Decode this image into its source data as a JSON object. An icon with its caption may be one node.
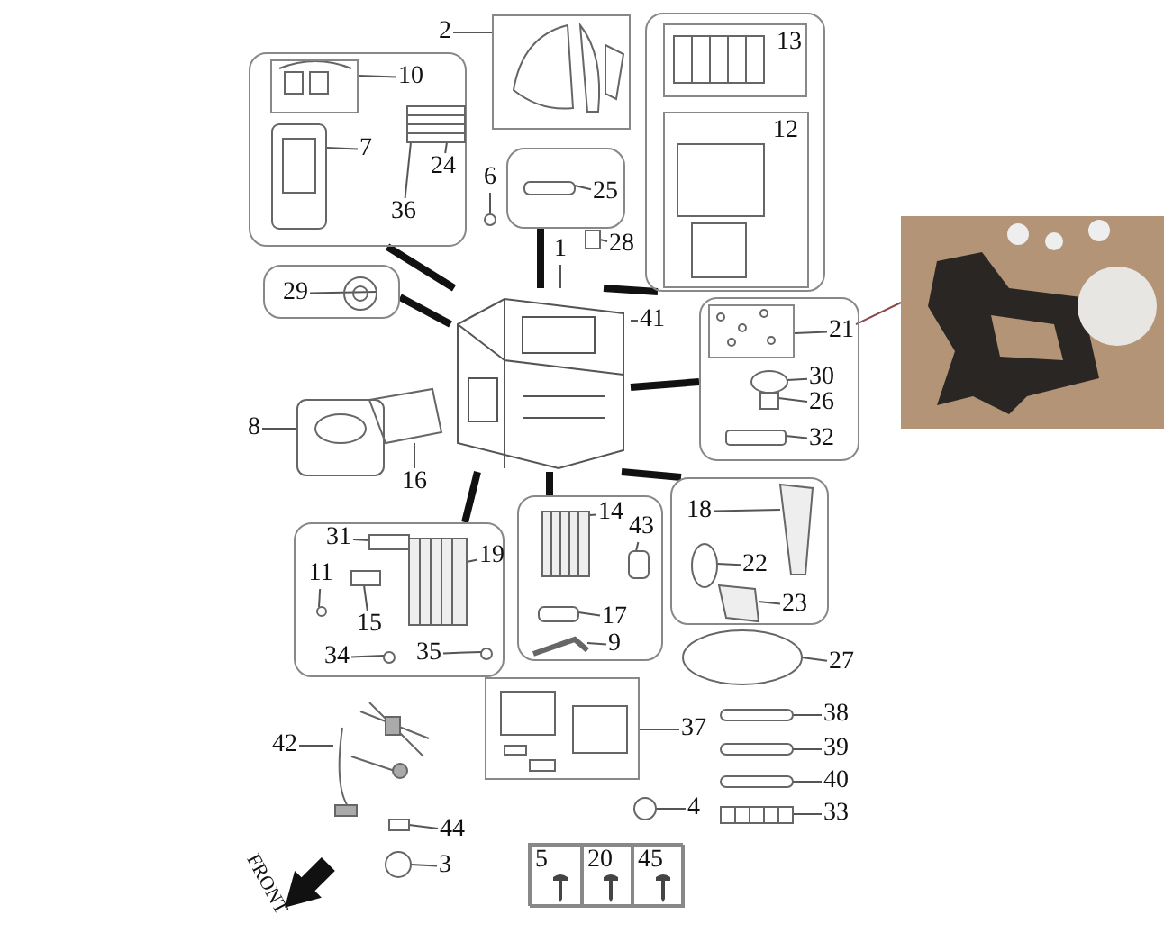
{
  "diagram": {
    "nodes": [
      {
        "text": [],
        "shape": "box"
      },
      {
        "text": [
          "2"
        ]
      },
      {
        "text": [],
        "shape": "box"
      },
      {
        "text": [],
        "shape": "box",
        "in": 2
      },
      {
        "text": [
          "10"
        ],
        "in": 2
      },
      {
        "text": [
          "7"
        ],
        "in": 2
      },
      {
        "text": [
          "24"
        ],
        "in": 2
      },
      {
        "text": [
          "36"
        ],
        "in": 2
      },
      {
        "text": [],
        "shape": "box"
      },
      {
        "text": [],
        "shape": "box",
        "in": 8
      },
      {
        "text": [
          "13"
        ],
        "in": 9
      },
      {
        "text": [],
        "shape": "box",
        "in": 8
      },
      {
        "text": [
          "12"
        ],
        "in": 11
      },
      {
        "text": [],
        "shape": "box"
      },
      {
        "text": [
          "25"
        ],
        "in": 13
      },
      {
        "text": [
          "6"
        ]
      },
      {
        "text": [
          "28"
        ]
      },
      {
        "text": [
          "1"
        ]
      },
      {
        "text": [],
        "shape": "box"
      },
      {
        "text": [
          "29"
        ],
        "in": 18
      },
      {
        "text": [
          "41"
        ]
      },
      {
        "text": [],
        "shape": "picture"
      },
      {
        "text": [],
        "shape": "picture"
      },
      {
        "text": [],
        "shape": "box"
      },
      {
        "text": [],
        "shape": "box",
        "in": 23
      },
      {
        "text": [
          "21"
        ],
        "in": 23
      },
      {
        "text": [
          "30"
        ],
        "in": 23
      },
      {
        "text": [
          "26"
        ],
        "in": 23
      },
      {
        "text": [
          "32"
        ],
        "in": 23
      },
      {
        "text": [
          "8"
        ]
      },
      {
        "text": [
          "16"
        ]
      },
      {
        "text": [],
        "shape": "box"
      },
      {
        "text": [
          "31"
        ],
        "in": 31
      },
      {
        "text": [
          "11"
        ],
        "in": 31
      },
      {
        "text": [
          "19"
        ],
        "in": 31
      },
      {
        "text": [
          "15"
        ],
        "in": 31
      },
      {
        "text": [
          "34"
        ],
        "in": 31
      },
      {
        "text": [
          "35"
        ],
        "in": 31
      },
      {
        "text": [],
        "shape": "box"
      },
      {
        "text": [
          "14"
        ],
        "in": 38
      },
      {
        "text": [
          "43"
        ],
        "in": 38
      },
      {
        "text": [
          "17"
        ],
        "in": 38
      },
      {
        "text": [
          "9"
        ],
        "in": 38
      },
      {
        "text": [],
        "shape": "box"
      },
      {
        "text": [
          "18"
        ],
        "in": 43
      },
      {
        "text": [
          "22"
        ],
        "in": 43
      },
      {
        "text": [
          "23"
        ],
        "in": 43
      },
      {
        "text": [
          "27"
        ]
      },
      {
        "text": [
          "42"
        ]
      },
      {
        "text": [],
        "shape": "box"
      },
      {
        "text": [
          "37"
        ]
      },
      {
        "text": [
          "38"
        ]
      },
      {
        "text": [
          "39"
        ]
      },
      {
        "text": [
          "40"
        ]
      },
      {
        "text": [
          "4"
        ]
      },
      {
        "text": [
          "33"
        ]
      },
      {
        "text": [
          "44"
        ]
      },
      {
        "text": [
          "3"
        ]
      },
      {
        "text": [],
        "shape": "box"
      },
      {
        "text": [
          "5"
        ],
        "in": 58
      },
      {
        "text": [
          "20"
        ],
        "in": 58
      },
      {
        "text": [
          "45"
        ],
        "in": 58
      },
      {
        "text": [],
        "shape": "picture",
        "in": 2
      },
      {
        "text": [],
        "shape": "picture",
        "in": 2
      },
      {
        "text": [],
        "shape": "box",
        "in": 13
      },
      {
        "text": [],
        "shape": "circle"
      },
      {
        "text": [],
        "shape": "box"
      },
      {
        "text": [],
        "shape": "picture",
        "in": 18
      },
      {
        "text": [],
        "shape": "circle",
        "in": 23
      },
      {
        "text": [],
        "shape": "box",
        "in": 23
      },
      {
        "text": [],
        "shape": "box",
        "in": 23
      },
      {
        "text": [],
        "shape": "picture"
      },
      {
        "text": [],
        "shape": "picture"
      },
      {
        "text": [],
        "shape": "box",
        "in": 31
      },
      {
        "text": [],
        "shape": "circle",
        "in": 31
      },
      {
        "text": [],
        "shape": "picture",
        "in": 31
      },
      {
        "text": [],
        "shape": "box",
        "in": 31
      },
      {
        "text": [],
        "shape": "circle",
        "in": 31
      },
      {
        "text": [],
        "shape": "circle",
        "in": 31
      },
      {
        "text": [],
        "shape": "picture",
        "in": 38
      },
      {
        "text": [],
        "shape": "box",
        "in": 38
      },
      {
        "text": [],
        "shape": "box",
        "in": 38
      },
      {
        "text": [],
        "shape": "picture",
        "in": 38
      },
      {
        "text": [],
        "shape": "picture",
        "in": 43
      },
      {
        "text": [],
        "shape": "circle",
        "in": 43
      },
      {
        "text": [],
        "shape": "picture",
        "in": 43
      },
      {
        "text": [],
        "shape": "circle"
      },
      {
        "text": [],
        "shape": "picture"
      },
      {
        "text": [],
        "shape": "bar"
      },
      {
        "text": [],
        "shape": "bar"
      },
      {
        "text": [],
        "shape": "bar"
      },
      {
        "text": [],
        "shape": "picture"
      },
      {
        "text": [],
        "shape": "circle"
      },
      {
        "text": [],
        "shape": "box"
      },
      {
        "text": [],
        "shape": "circle"
      }
    ],
    "edges": [
      {
        "from": 1,
        "to": 0,
        "arrow": "none"
      },
      {
        "from": 4,
        "to": 3,
        "arrow": "none"
      },
      {
        "from": 5,
        "to": 62,
        "arrow": "none"
      },
      {
        "from": 6,
        "to": 63,
        "arrow": "none"
      },
      {
        "from": 7,
        "to": 63,
        "arrow": "none"
      },
      {
        "from": 14,
        "to": 64,
        "arrow": "none"
      },
      {
        "from": 15,
        "to": 65,
        "arrow": "none"
      },
      {
        "from": 16,
        "to": 66,
        "arrow": "none"
      },
      {
        "from": 17,
        "to": 21,
        "arrow": "none"
      },
      {
        "from": 19,
        "to": 67,
        "arrow": "none"
      },
      {
        "from": 20,
        "to": 21,
        "arrow": "none"
      },
      {
        "from": 25,
        "to": 24,
        "arrow": "none"
      },
      {
        "from": 25,
        "to": 22,
        "arrow": "none",
        "color": "#8b4a4a"
      },
      {
        "from": 26,
        "to": 68,
        "arrow": "none"
      },
      {
        "from": 27,
        "to": 69,
        "arrow": "none"
      },
      {
        "from": 28,
        "to": 70,
        "arrow": "none"
      },
      {
        "from": 29,
        "to": 71,
        "arrow": "none"
      },
      {
        "from": 30,
        "to": 72,
        "arrow": "none"
      },
      {
        "from": 32,
        "to": 73,
        "arrow": "none"
      },
      {
        "from": 33,
        "to": 74,
        "arrow": "none"
      },
      {
        "from": 34,
        "to": 75,
        "arrow": "none"
      },
      {
        "from": 35,
        "to": 76,
        "arrow": "none"
      },
      {
        "from": 36,
        "to": 77,
        "arrow": "none"
      },
      {
        "from": 37,
        "to": 78,
        "arrow": "none"
      },
      {
        "from": 39,
        "to": 79,
        "arrow": "none"
      },
      {
        "from": 40,
        "to": 80,
        "arrow": "none"
      },
      {
        "from": 41,
        "to": 81,
        "arrow": "none"
      },
      {
        "from": 42,
        "to": 82,
        "arrow": "none"
      },
      {
        "from": 44,
        "to": 83,
        "arrow": "none"
      },
      {
        "from": 45,
        "to": 84,
        "arrow": "none"
      },
      {
        "from": 46,
        "to": 85,
        "arrow": "none"
      },
      {
        "from": 47,
        "to": 86,
        "arrow": "none"
      },
      {
        "from": 48,
        "to": 87,
        "arrow": "none"
      },
      {
        "from": 50,
        "to": 49,
        "arrow": "none"
      },
      {
        "from": 51,
        "to": 88,
        "arrow": "none"
      },
      {
        "from": 52,
        "to": 89,
        "arrow": "none"
      },
      {
        "from": 53,
        "to": 90,
        "arrow": "none"
      },
      {
        "from": 54,
        "to": 92,
        "arrow": "none"
      },
      {
        "from": 55,
        "to": 91,
        "arrow": "none"
      },
      {
        "from": 56,
        "to": 93,
        "arrow": "none"
      },
      {
        "from": 57,
        "to": 94,
        "arrow": "none"
      },
      {
        "from": 2,
        "to": 21,
        "arrow": "none",
        "style": "thick"
      },
      {
        "from": 18,
        "to": 21,
        "arrow": "none",
        "style": "thick"
      },
      {
        "from": 13,
        "to": 21,
        "arrow": "none",
        "style": "thick"
      },
      {
        "from": 8,
        "to": 21,
        "arrow": "none",
        "style": "thick"
      },
      {
        "from": 23,
        "to": 21,
        "arrow": "none",
        "style": "thick"
      },
      {
        "from": 21,
        "to": 31,
        "arrow": "none",
        "style": "thick"
      },
      {
        "from": 21,
        "to": 38,
        "arrow": "none",
        "style": "thick"
      },
      {
        "from": 21,
        "to": 43,
        "arrow": "none",
        "style": "thick"
      }
    ],
    "labels": [
      "FRONT"
    ]
  }
}
